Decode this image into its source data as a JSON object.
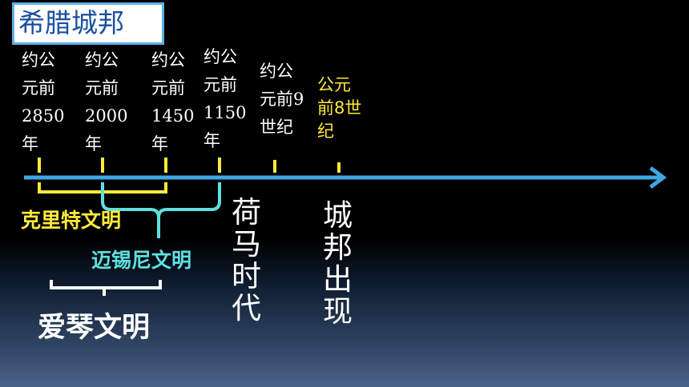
{
  "title": "希腊城邦",
  "timeline": {
    "dates": [
      {
        "text": "约公\n元前\n2850\n年"
      },
      {
        "text": "约公\n元前\n2000\n年"
      },
      {
        "text": "约公\n元前\n1450\n年"
      },
      {
        "text": "约公\n元前\n1150\n年"
      },
      {
        "text": "约公\n元前9\n世纪"
      },
      {
        "text": "公元\n前8世\n纪",
        "color": "#ffea3a"
      }
    ],
    "line_color": "#3ea8e6",
    "tick_color": "#ffea3a"
  },
  "civilizations": [
    {
      "label": "克里特文明",
      "color": "#ffea3a"
    },
    {
      "label": "迈锡尼文明",
      "color": "#5ee0e0"
    },
    {
      "label": "爱琴文明",
      "color": "#ffffff"
    }
  ],
  "events": [
    {
      "label": "荷\n马\n时\n代"
    },
    {
      "label": "城\n邦\n出\n现"
    }
  ]
}
